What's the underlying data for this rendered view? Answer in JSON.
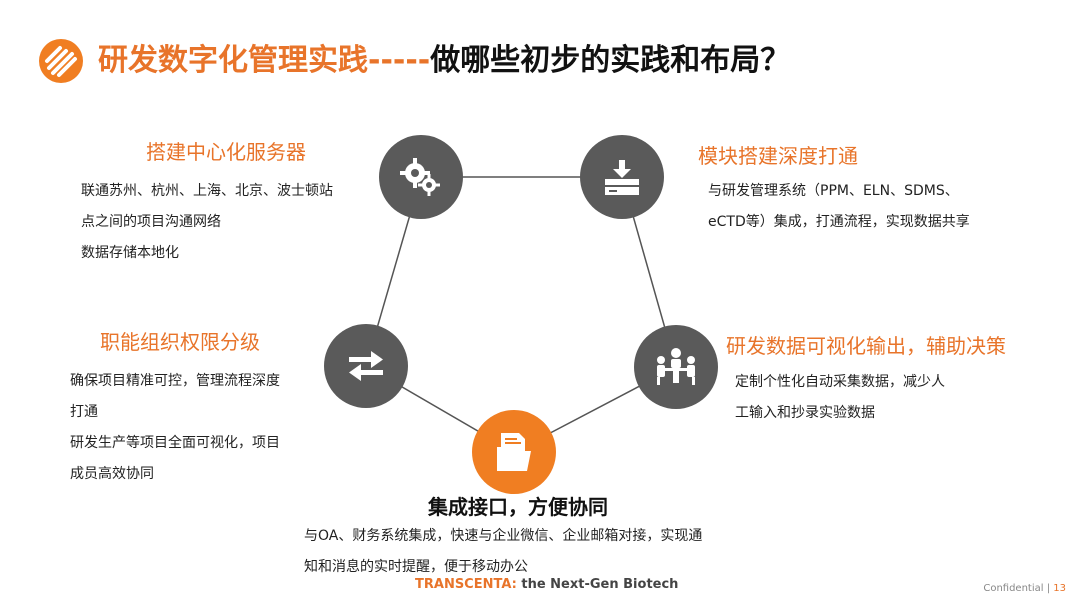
{
  "header": {
    "title_part1": "研发数字化管理实践",
    "title_part2": "-----",
    "title_part3": "做哪些初步的实践和布局？"
  },
  "nodes": [
    {
      "id": "top-left",
      "icon": "gears-icon",
      "color": "#5a5a5a"
    },
    {
      "id": "top-right",
      "icon": "download-tray-icon",
      "color": "#5a5a5a"
    },
    {
      "id": "right",
      "icon": "meeting-icon",
      "color": "#5a5a5a"
    },
    {
      "id": "bottom",
      "icon": "folder-document-icon",
      "color": "#f07e22"
    },
    {
      "id": "left",
      "icon": "swap-arrows-icon",
      "color": "#5a5a5a"
    }
  ],
  "sections": {
    "servers": {
      "heading": "搭建中心化服务器",
      "lines": [
        "联通苏州、杭州、上海、北京、波士顿站",
        "点之间的项目沟通网络",
        "数据存储本地化"
      ]
    },
    "modules": {
      "heading": "模块搭建深度打通",
      "lines": [
        "与研发管理系统（PPM、ELN、SDMS、",
        "eCTD等）集成，打通流程，实现数据共享"
      ]
    },
    "permissions": {
      "heading": "职能组织权限分级",
      "lines": [
        "确保项目精准可控，管理流程深度",
        "打通",
        "研发生产等项目全面可视化，项目",
        "成员高效协同"
      ]
    },
    "visualization": {
      "heading": "研发数据可视化输出，辅助决策",
      "lines": [
        "定制个性化自动采集数据，减少人",
        "工输入和抄录实验数据"
      ]
    },
    "integration": {
      "heading": "集成接口，方便协同",
      "lines": [
        "与OA、财务系统集成，快速与企业微信、企业邮箱对接，实现通",
        "知和消息的实时提醒，便于移动办公"
      ]
    }
  },
  "footer": {
    "brand_company": "TRANSCENTA:",
    "brand_rest": " the Next-Gen Biotech",
    "confidential": "Confidential | ",
    "page": "13"
  },
  "colors": {
    "accent": "#e8742a",
    "node_gray": "#5a5a5a",
    "node_orange": "#f07e22"
  }
}
